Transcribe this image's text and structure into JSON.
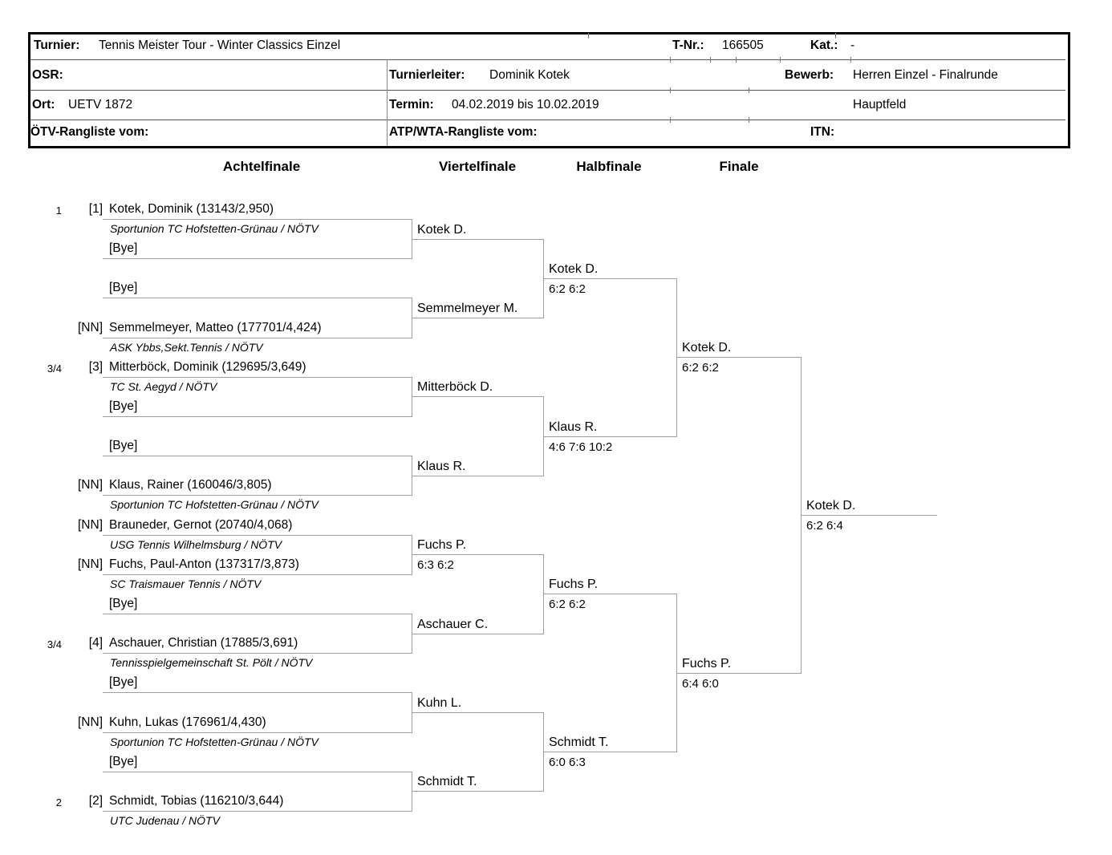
{
  "header": {
    "turnier_label": "Turnier:",
    "turnier_value": "Tennis Meister Tour - Winter Classics Einzel",
    "tnr_label": "T-Nr.:",
    "tnr_value": "166505",
    "kat_label": "Kat.:",
    "kat_value": "-",
    "osr_label": "OSR:",
    "turnierleiter_label": "Turnierleiter:",
    "turnierleiter_value": "Dominik Kotek",
    "bewerb_label": "Bewerb:",
    "bewerb_value": "Herren Einzel - Finalrunde",
    "ort_label": "Ort:",
    "ort_value": "UETV 1872",
    "termin_label": "Termin:",
    "termin_value": "04.02.2019 bis 10.02.2019",
    "feld_value": "Hauptfeld",
    "oetv_rangliste_label": "ÖTV-Rangliste vom:",
    "atp_wta_rangliste_label": "ATP/WTA-Rangliste vom:",
    "itn_label": "ITN:"
  },
  "rounds": [
    "Achtelfinale",
    "Viertelfinale",
    "Halbfinale",
    "Finale"
  ],
  "bracket": {
    "slots": [
      {
        "margin": "1",
        "seed": "[1]",
        "name": "Kotek, Dominik (13143/2,950)",
        "club": "Sportunion TC Hofstetten-Grünau / NÖTV"
      },
      {
        "name": "[Bye]",
        "bye": true
      },
      {
        "name": "[Bye]",
        "bye": true
      },
      {
        "seed": "[NN]",
        "name": "Semmelmeyer, Matteo (177701/4,424)",
        "club": "ASK Ybbs,Sekt.Tennis / NÖTV"
      },
      {
        "margin": "3/4",
        "seed": "[3]",
        "name": "Mitterböck, Dominik (129695/3,649)",
        "club": "TC St. Aegyd / NÖTV"
      },
      {
        "name": "[Bye]",
        "bye": true
      },
      {
        "name": "[Bye]",
        "bye": true
      },
      {
        "seed": "[NN]",
        "name": "Klaus, Rainer (160046/3,805)",
        "club": "Sportunion TC Hofstetten-Grünau / NÖTV"
      },
      {
        "seed": "[NN]",
        "name": "Brauneder, Gernot (20740/4,068)",
        "club": "USG Tennis Wilhelmsburg / NÖTV"
      },
      {
        "seed": "[NN]",
        "name": "Fuchs, Paul-Anton (137317/3,873)",
        "club": "SC Traismauer Tennis / NÖTV"
      },
      {
        "name": "[Bye]",
        "bye": true
      },
      {
        "margin": "3/4",
        "seed": "[4]",
        "name": "Aschauer, Christian (17885/3,691)",
        "club": "Tennisspielgemeinschaft St. Pölt / NÖTV"
      },
      {
        "name": "[Bye]",
        "bye": true
      },
      {
        "seed": "[NN]",
        "name": "Kuhn, Lukas (176961/4,430)",
        "club": "Sportunion TC Hofstetten-Grünau / NÖTV"
      },
      {
        "name": "[Bye]",
        "bye": true
      },
      {
        "margin": "2",
        "seed": "[2]",
        "name": "Schmidt, Tobias (116210/3,644)",
        "club": "UTC Judenau / NÖTV"
      }
    ],
    "round1_winners": [
      {
        "name": "Kotek D.",
        "score": ""
      },
      {
        "name": "Semmelmeyer M.",
        "score": ""
      },
      {
        "name": "Mitterböck D.",
        "score": ""
      },
      {
        "name": "Klaus R.",
        "score": ""
      },
      {
        "name": "Fuchs P.",
        "score": "6:3 6:2"
      },
      {
        "name": "Aschauer C.",
        "score": ""
      },
      {
        "name": "Kuhn L.",
        "score": ""
      },
      {
        "name": "Schmidt T.",
        "score": ""
      }
    ],
    "quarterfinal_winners": [
      {
        "name": "Kotek D.",
        "score": "6:2 6:2"
      },
      {
        "name": "Klaus R.",
        "score": "4:6 7:6 10:2"
      },
      {
        "name": "Fuchs P.",
        "score": "6:2 6:2"
      },
      {
        "name": "Schmidt T.",
        "score": "6:0 6:3"
      }
    ],
    "semifinal_winners": [
      {
        "name": "Kotek D.",
        "score": "6:2 6:2"
      },
      {
        "name": "Fuchs P.",
        "score": "6:4 6:0"
      }
    ],
    "champion": {
      "name": "Kotek D.",
      "score": "6:2 6:4"
    }
  }
}
